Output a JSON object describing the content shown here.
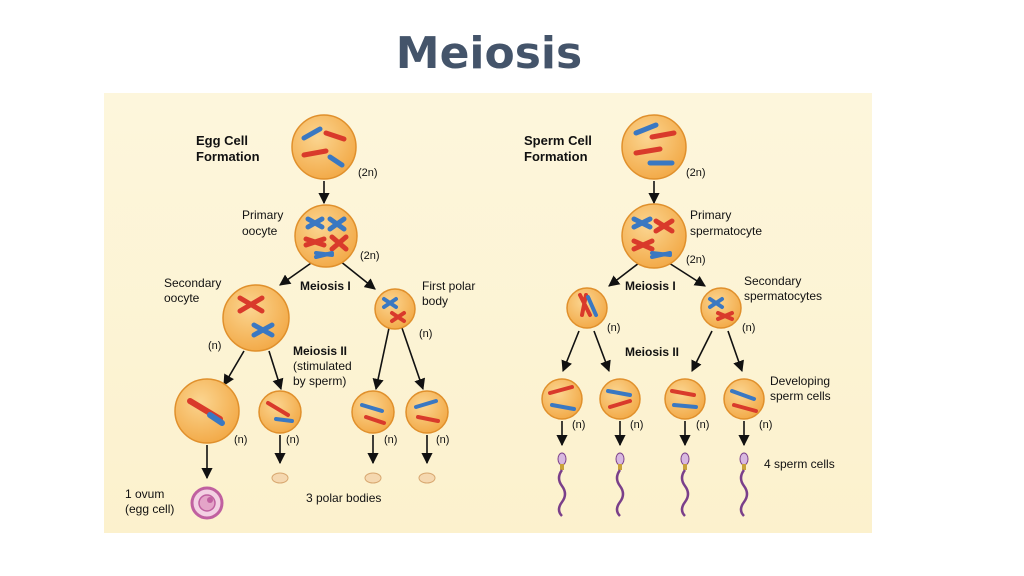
{
  "title": "Meiosis",
  "egg": {
    "heading_1": "Egg Cell",
    "heading_2": "Formation",
    "ploidy_2n": "(2n)",
    "primary_1": "Primary",
    "primary_2": "oocyte",
    "ploidy_primary": "(2n)",
    "meiosis1": "Meiosis I",
    "secondary_1": "Secondary",
    "secondary_2": "oocyte",
    "ploidy_secondary": "(n)",
    "polar_1": "First polar",
    "polar_2": "body",
    "ploidy_polar": "(n)",
    "meiosis2_1": "Meiosis II",
    "meiosis2_2": "(stimulated",
    "meiosis2_3": "by sperm)",
    "ploidy_row": [
      "(n)",
      "(n)",
      "(n)",
      "(n)"
    ],
    "ovum_1": "1 ovum",
    "ovum_2": "(egg cell)",
    "polar_bodies": "3 polar bodies"
  },
  "sperm": {
    "heading_1": "Sperm Cell",
    "heading_2": "Formation",
    "ploidy_2n": "(2n)",
    "primary_1": "Primary",
    "primary_2": "spermatocyte",
    "ploidy_primary": "(2n)",
    "meiosis1": "Meiosis I",
    "secondary_1": "Secondary",
    "secondary_2": "spermatocytes",
    "ploidy_secondary_left": "(n)",
    "ploidy_secondary_right": "(n)",
    "meiosis2": "Meiosis II",
    "developing_1": "Developing",
    "developing_2": "sperm cells",
    "ploidy_row": [
      "(n)",
      "(n)",
      "(n)",
      "(n)"
    ],
    "sperm_cells": "4 sperm cells"
  },
  "colors": {
    "cell_fill": "#f5b652",
    "cell_stroke": "#e0902c",
    "chromosome_red": "#d93a2b",
    "chromosome_blue": "#3a78c2",
    "arrow": "#111111",
    "ovum": "#c060a0",
    "sperm_tail": "#7a3f8a"
  }
}
